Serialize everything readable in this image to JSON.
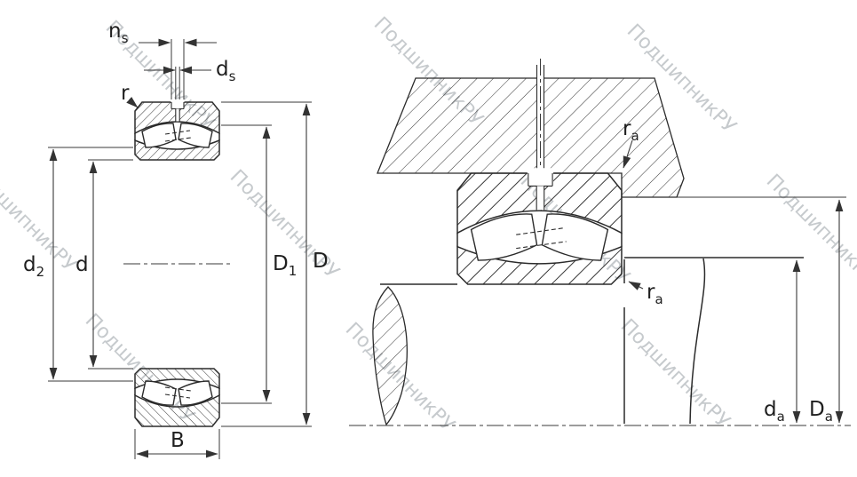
{
  "watermark": {
    "text": "ПодшипникРУ",
    "color": "#c6cacd",
    "count": 10
  },
  "colors": {
    "line": "#2b2b2b",
    "background": "#ffffff"
  },
  "left_view": {
    "labels": {
      "ns_main": "n",
      "ns_sub": "s",
      "ds_main": "d",
      "ds_sub": "s",
      "r": "r",
      "d2_main": "d",
      "d2_sub": "2",
      "d": "d",
      "D1_main": "D",
      "D1_sub": "1",
      "D": "D",
      "B": "B"
    }
  },
  "right_view": {
    "labels": {
      "ra_main": "r",
      "ra_sub": "a",
      "da_main": "d",
      "da_sub": "a",
      "Da_main": "D",
      "Da_sub": "a"
    }
  }
}
